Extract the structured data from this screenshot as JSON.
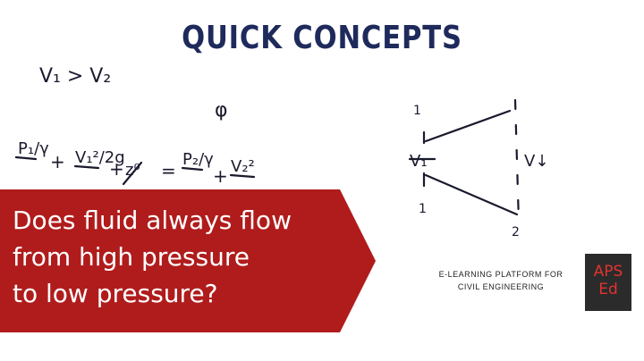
{
  "header": {
    "title": "QUICK CONCEPTS"
  },
  "banner": {
    "question_lines": [
      "Does fluid always flow",
      "from high pressure",
      "to low pressure?"
    ],
    "color": "#b01c1c"
  },
  "sketch": {
    "velocity_relation": "V₁ > V₂",
    "symbol": "φ",
    "label_v1": "V₁",
    "label_v2": "V↓",
    "section_1_top": "1",
    "section_1_bottom": "1",
    "section_2_bottom": "2",
    "equation_terms": [
      "P₁/γ",
      "+",
      "V₁²/2g",
      "+",
      "z⁰",
      "=",
      "P₂/γ",
      "+",
      "V₂²"
    ]
  },
  "branding": {
    "platform_line1": "E-LEARNING PLATFORM FOR",
    "platform_line2": "CIVIL ENGINEERING",
    "logo_line1": "APS",
    "logo_line2": "Ed",
    "logo_bg": "#2b2b2b",
    "logo_fg": "#e0342f"
  }
}
